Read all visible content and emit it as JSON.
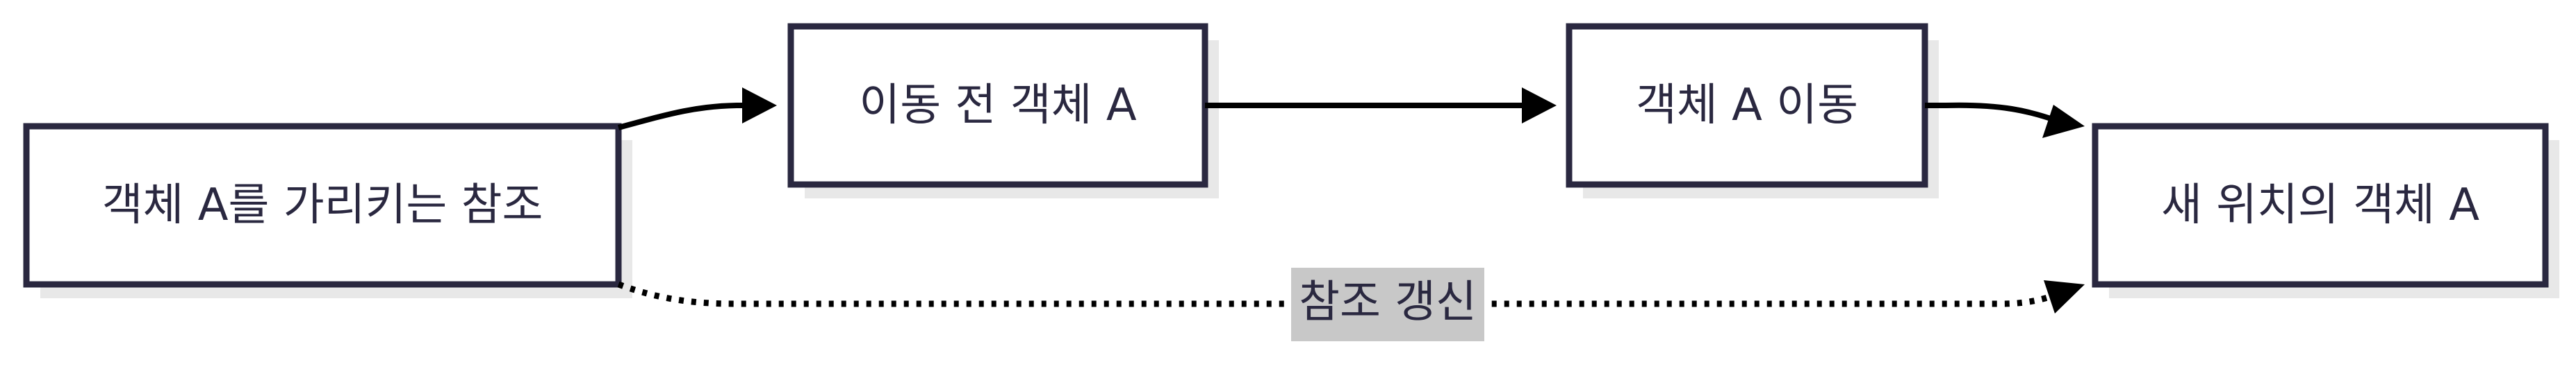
{
  "nodes": {
    "reference": {
      "label": "객체 A를 가리키는 참조"
    },
    "before_move": {
      "label": "이동 전 객체 A"
    },
    "moving": {
      "label": "객체 A 이동"
    },
    "new_location": {
      "label": "새 위치의 객체 A"
    }
  },
  "edges": {
    "reference_update": {
      "label": "참조 갱신"
    }
  },
  "colors": {
    "box_stroke": "#2a2840",
    "text": "#2a2840",
    "shadow": "#e8e8e8",
    "edge_label_bg": "#c8c8c8",
    "arrow": "#000000"
  }
}
